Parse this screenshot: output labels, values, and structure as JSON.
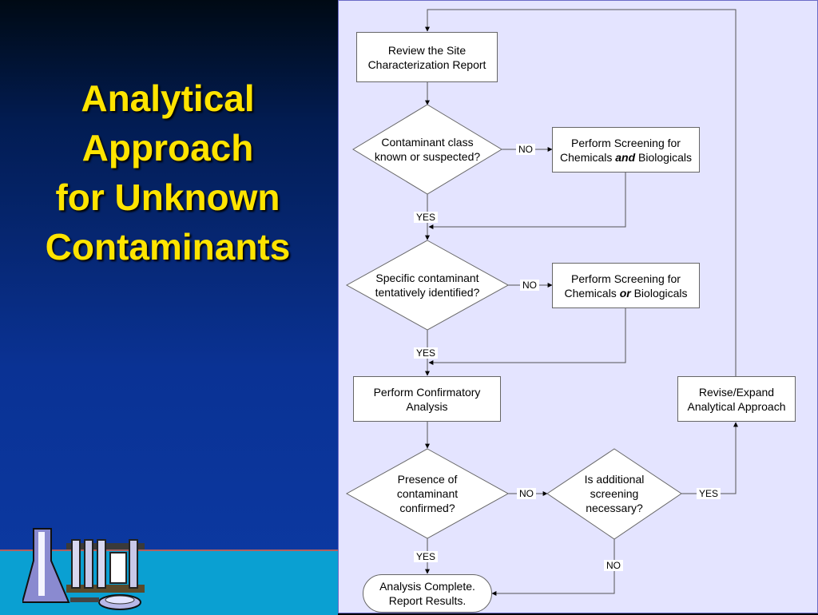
{
  "title_lines": [
    "Analytical",
    "Approach",
    "for Unknown",
    "Contaminants"
  ],
  "colors": {
    "title": "#ffe400",
    "panel": "#e4e4ff",
    "band": "#0aa0d2"
  },
  "icons": {
    "clipart": "lab-glassware-icon"
  },
  "flowchart": {
    "review": {
      "line1": "Review the Site",
      "line2": "Characterization Report"
    },
    "q_class": {
      "line1": "Contaminant class",
      "line2": "known or suspected?"
    },
    "screen_and": {
      "line1": "Perform Screening for",
      "pre": "Chemicals ",
      "em": "and",
      "post": " Biologicals"
    },
    "q_specific": {
      "line1": "Specific contaminant",
      "line2": "tentatively identified?"
    },
    "screen_or": {
      "line1": "Perform Screening for",
      "pre": "Chemicals ",
      "em": "or",
      "post": " Biologicals"
    },
    "confirmatory": {
      "line1": "Perform Confirmatory",
      "line2": "Analysis"
    },
    "revise": {
      "line1": "Revise/Expand",
      "line2": "Analytical Approach"
    },
    "q_presence": {
      "line1": "Presence of",
      "line2": "contaminant",
      "line3": "confirmed?"
    },
    "q_additional": {
      "line1": "Is additional",
      "line2": "screening",
      "line3": "necessary?"
    },
    "complete": {
      "line1": "Analysis Complete.",
      "line2": "Report Results."
    },
    "labels": {
      "no": "NO",
      "yes": "YES"
    }
  }
}
